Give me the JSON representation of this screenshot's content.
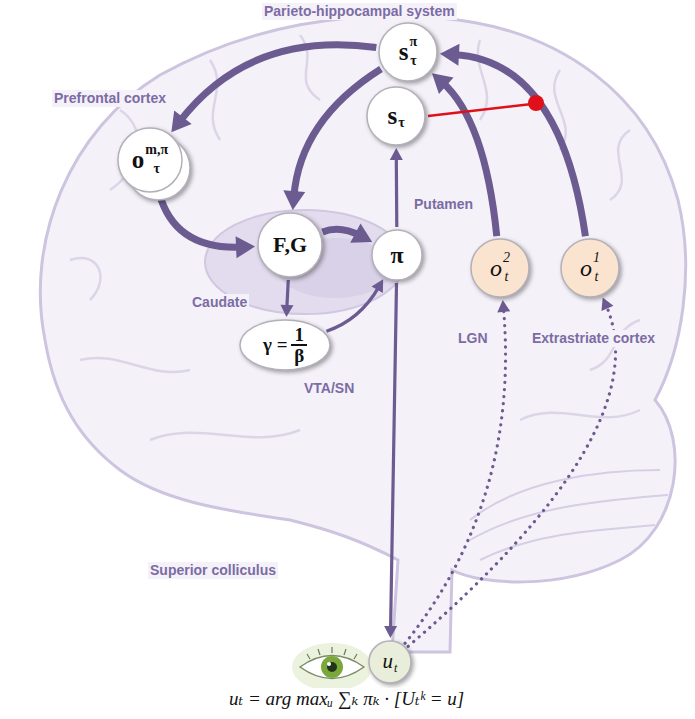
{
  "diagram": {
    "nodes": [
      {
        "text": [
          "s",
          "π",
          "τ"
        ]
      },
      {
        "text": [
          "s",
          "τ"
        ]
      },
      {
        "text": [
          "o",
          "m,π",
          "τ"
        ]
      },
      {
        "text": [
          "F,G"
        ]
      },
      {
        "text": [
          "π"
        ]
      },
      {
        "text": [
          "γ =",
          "1",
          "β"
        ]
      },
      {
        "text": [
          "o",
          "2",
          "t"
        ]
      },
      {
        "text": [
          "o",
          "1",
          "t"
        ]
      },
      {
        "text": [
          "u",
          "t"
        ]
      }
    ],
    "edges": [
      {
        "from": 0,
        "to": 2,
        "arrow": "to"
      },
      {
        "from": 0,
        "to": 3,
        "arrow": "to"
      },
      {
        "from": 2,
        "to": 3,
        "arrow": "to"
      },
      {
        "from": 3,
        "to": 4,
        "arrow": "to"
      },
      {
        "from": 3,
        "to": 5,
        "arrow": "to"
      },
      {
        "from": 5,
        "to": 4,
        "arrow": "to"
      },
      {
        "from": 4,
        "to": 1,
        "arrow": "to"
      },
      {
        "from": 4,
        "to": 8,
        "arrow": "to"
      },
      {
        "from": 6,
        "to": 0,
        "arrow": "to"
      },
      {
        "from": 7,
        "to": 0,
        "arrow": "to"
      },
      {
        "from": 8,
        "to": 6,
        "arrow": "to"
      },
      {
        "from": 8,
        "to": 7,
        "arrow": "to"
      }
    ],
    "labels": [
      "Parieto-hippocampal system",
      "Prefrontal cortex",
      "Putamen",
      "Caudate",
      "VTA/SN",
      "LGN",
      "Extrastriate cortex",
      "Superior colliculus",
      "uₜ = arg maxᵤ ∑ₖ πₖ · [Uₜᵏ = u]"
    ]
  }
}
